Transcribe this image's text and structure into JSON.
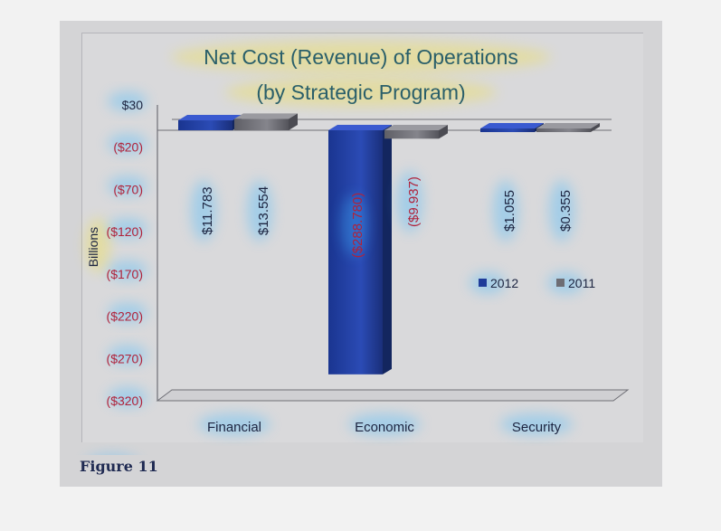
{
  "figure_caption": "Figure 11",
  "colors": {
    "series_2012": "#1f3c9a",
    "series_2011": "#6d6d74",
    "negative_label": "#b0223a",
    "positive_label": "#1c2440",
    "title": "#2a5f6a"
  },
  "chart_data": {
    "type": "bar",
    "title": "Net Cost (Revenue) of Operations",
    "subtitle": "(by Strategic Program)",
    "ylabel": "Billions",
    "xlabel": "",
    "ylim": [
      -320,
      30
    ],
    "y_tick_values": [
      30,
      -20,
      -70,
      -120,
      -170,
      -220,
      -270,
      -320
    ],
    "y_tick_labels": [
      "$30",
      "($20)",
      "($70)",
      "($120)",
      "($170)",
      "($220)",
      "($270)",
      "($320)"
    ],
    "categories": [
      "Financial",
      "Economic",
      "Security"
    ],
    "series": [
      {
        "name": "2012",
        "values": [
          11.783,
          -288.78,
          1.055
        ],
        "labels": [
          "$11.783",
          "($288.780)",
          "$1.055"
        ]
      },
      {
        "name": "2011",
        "values": [
          13.554,
          -9.937,
          0.355
        ],
        "labels": [
          "$13.554",
          "($9.937)",
          "$0.355"
        ]
      }
    ],
    "legend": [
      "2012",
      "2011"
    ],
    "legend_position": "right",
    "grid": false
  }
}
